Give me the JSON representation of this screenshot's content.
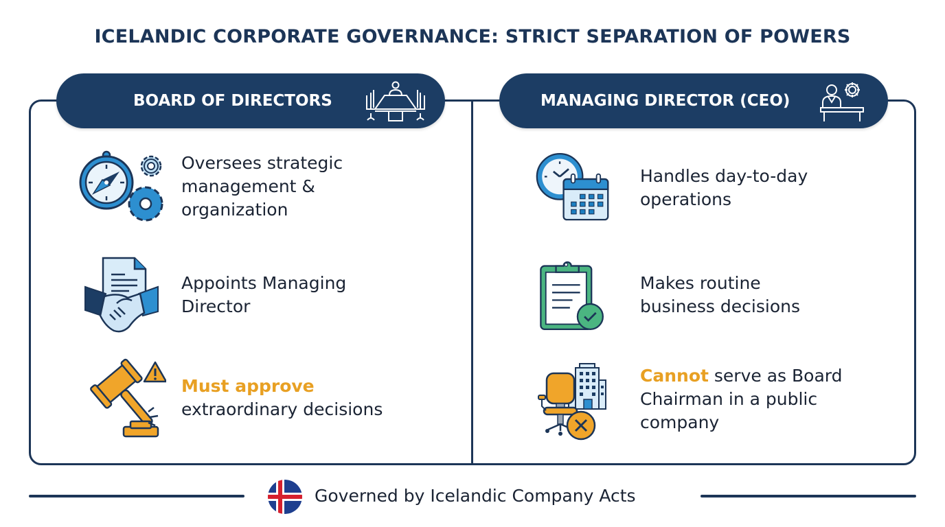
{
  "title": "ICELANDIC CORPORATE GOVERNANCE: STRICT SEPARATION OF POWERS",
  "colors": {
    "navy": "#1c3d64",
    "frame": "#1c3557",
    "blue": "#2d8fd0",
    "orange": "#e8a023",
    "green": "#4bb581",
    "flag_blue": "#1e3f8f",
    "flag_red": "#d6202e"
  },
  "board": {
    "header": "BOARD OF DIRECTORS",
    "header_icon": "boardroom-table-icon",
    "items": [
      {
        "icon": "compass-gears-icon",
        "text": "Oversees strategic management & organization",
        "lines": [
          "Oversees strategic",
          "management &",
          "organization"
        ]
      },
      {
        "icon": "handshake-document-icon",
        "text": "Appoints Managing Director",
        "lines": [
          "Appoints Managing",
          "Director"
        ]
      },
      {
        "icon": "gavel-warning-icon",
        "accent": "Must approve",
        "rest": "extraordinary decisions"
      }
    ]
  },
  "ceo": {
    "header": "MANAGING DIRECTOR (CEO)",
    "header_icon": "person-desk-gear-icon",
    "items": [
      {
        "icon": "clock-calendar-icon",
        "text": "Handles day-to-day operations",
        "lines": [
          "Handles day-to-day",
          "operations"
        ]
      },
      {
        "icon": "clipboard-check-icon",
        "text": "Makes routine business decisions",
        "lines": [
          "Makes routine",
          "business decisions"
        ]
      },
      {
        "icon": "chair-building-x-icon",
        "accent": "Cannot",
        "rest_line1": " serve as Board",
        "rest_line2": "Chairman in a public",
        "rest_line3": "company"
      }
    ]
  },
  "footer": {
    "icon": "iceland-flag-icon",
    "text": "Governed by Icelandic Company Acts"
  }
}
